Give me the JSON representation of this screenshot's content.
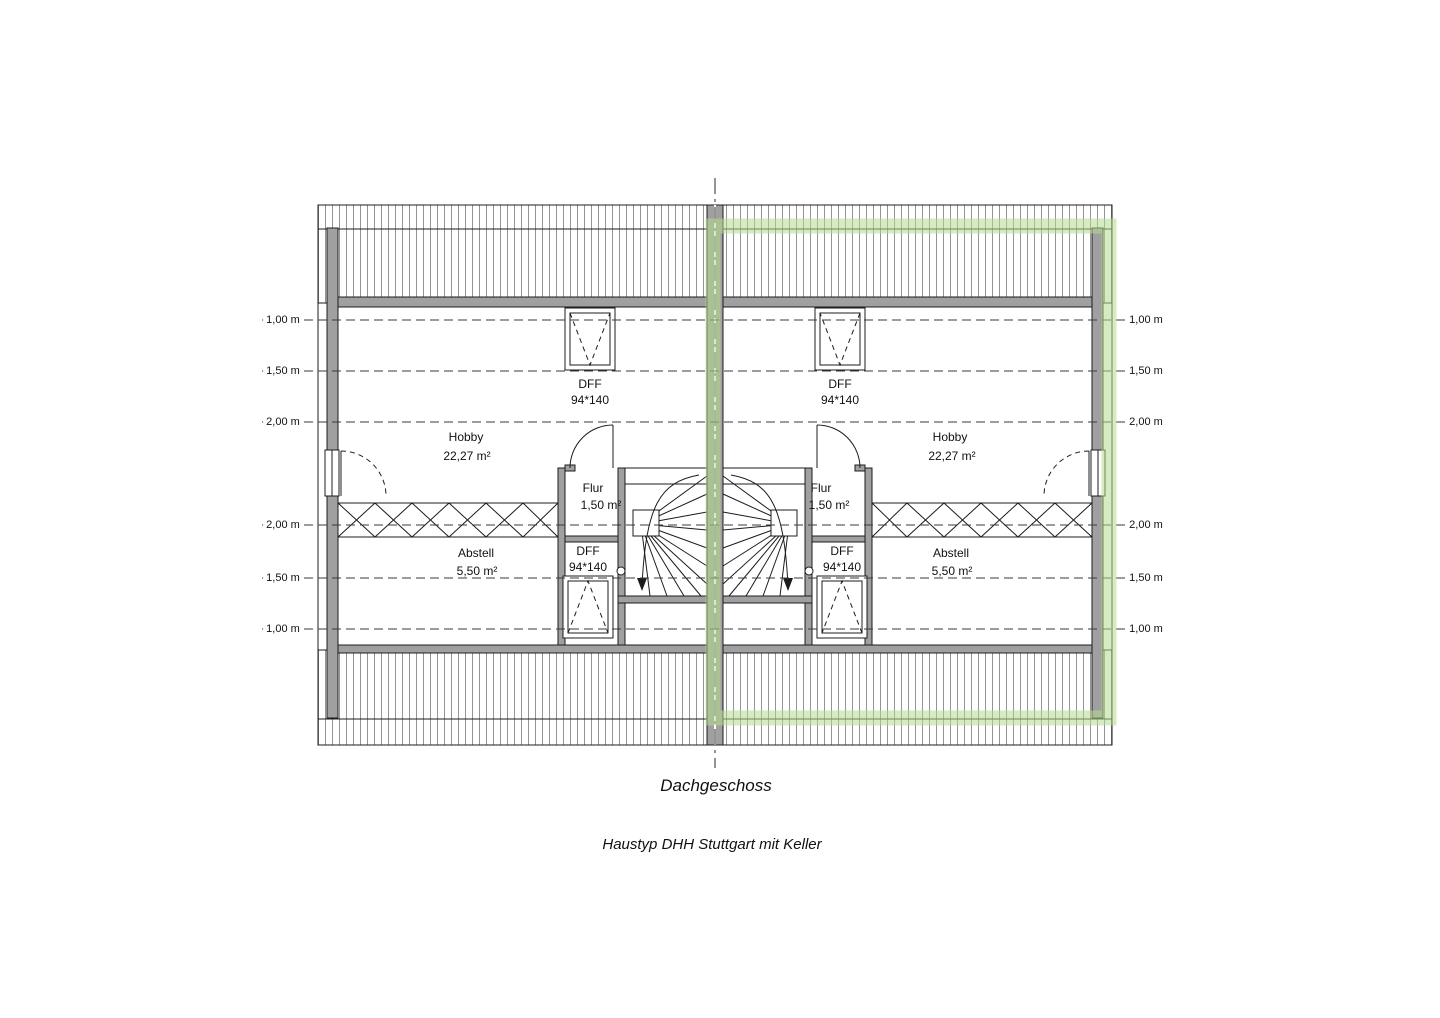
{
  "drawing": {
    "title": "Dachgeschoss",
    "subtitle": "Haustyp DHH Stuttgart mit Keller"
  },
  "dims": {
    "left": [
      "1,00 m",
      "1,50 m",
      "2,00 m",
      "2,00 m",
      "1,50 m",
      "1,00 m"
    ],
    "right": [
      "1,00 m",
      "1,50 m",
      "2,00 m",
      "2,00 m",
      "1,50 m",
      "1,00 m"
    ]
  },
  "left_unit": {
    "hobby": {
      "name": "Hobby",
      "area": "22,27 m²"
    },
    "flur": {
      "name": "Flur",
      "area": "1,50 m²"
    },
    "abstell": {
      "name": "Abstell",
      "area": "5,50 m²"
    },
    "dff_top": {
      "label": "DFF",
      "size": "94*140"
    },
    "dff_bottom": {
      "label": "DFF",
      "size": "94*140"
    }
  },
  "right_unit": {
    "hobby": {
      "name": "Hobby",
      "area": "22,27 m²"
    },
    "flur": {
      "name": "Flur",
      "area": "1,50 m²"
    },
    "abstell": {
      "name": "Abstell",
      "area": "5,50 m²"
    },
    "dff_top": {
      "label": "DFF",
      "size": "94*140"
    },
    "dff_bottom": {
      "label": "DFF",
      "size": "94*140"
    }
  },
  "colors": {
    "highlight": "#b6db90",
    "wall": "#a0a0a0",
    "line": "#1c1c1c",
    "hatch": "#787878"
  }
}
